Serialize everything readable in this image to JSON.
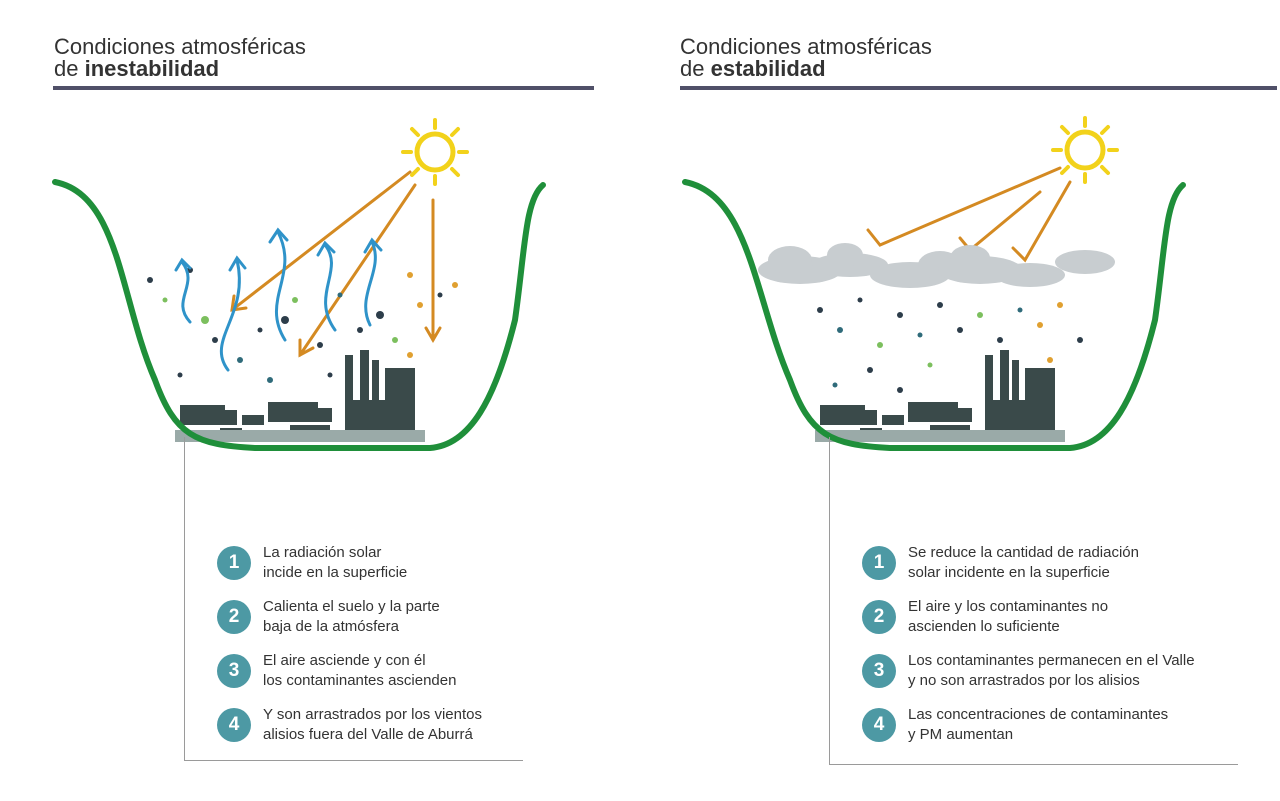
{
  "panels": [
    {
      "title_line1": "Condiciones atmosféricas",
      "title_prefix": "de ",
      "title_bold": "inestabilidad",
      "steps": [
        {
          "num": "1",
          "line1": "La radiación solar",
          "line2": "incide en la superficie"
        },
        {
          "num": "2",
          "line1": "Calienta el suelo y la parte",
          "line2": "baja de la atmósfera"
        },
        {
          "num": "3",
          "line1": "El aire asciende y con él",
          "line2": "los contaminantes ascienden"
        },
        {
          "num": "4",
          "line1": "Y son arrastrados por los vientos",
          "line2": "alisios fuera del Valle de Aburrá"
        }
      ]
    },
    {
      "title_line1": "Condiciones atmosféricas",
      "title_prefix": "de ",
      "title_bold": "estabilidad",
      "steps": [
        {
          "num": "1",
          "line1": "Se reduce la cantidad de radiación",
          "line2": "solar incidente en la superficie"
        },
        {
          "num": "2",
          "line1": "El aire y los contaminantes no",
          "line2": "ascienden lo suficiente"
        },
        {
          "num": "3",
          "line1": "Los contaminantes permanecen en el Valle",
          "line2": "y no son arrastrados por los alisios"
        },
        {
          "num": "4",
          "line1": "Las concentraciones de contaminantes",
          "line2": "y PM aumentan"
        }
      ]
    }
  ],
  "colors": {
    "valley": "#1f8f3a",
    "sun": "#f2d21b",
    "sun_ray": "#d48a22",
    "updraft": "#2f93c9",
    "city": "#3a4a4a",
    "badge": "#4d99a4",
    "rule": "#505068"
  }
}
